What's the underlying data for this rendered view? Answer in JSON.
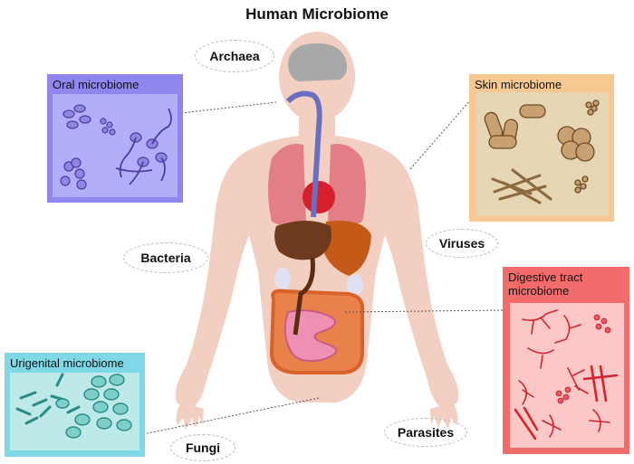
{
  "title": "Human Microbiome",
  "panels": {
    "oral": "Oral microbiome",
    "skin": "Skin microbiome",
    "digestive_line1": "Digestive tract",
    "digestive_line2": "microbiome",
    "urigenital": "Urigenital microbiome"
  },
  "organisms": {
    "archaea": "Archaea",
    "bacteria": "Bacteria",
    "viruses": "Viruses",
    "fungi": "Fungi",
    "parasites": "Parasites"
  },
  "colors": {
    "oral_panel": "#8f86ee",
    "oral_inner": "#b3aefa",
    "skin_panel": "#f7c892",
    "skin_inner": "#e7d6b4",
    "digestive_panel": "#f26c6c",
    "digestive_inner": "#fbc7c7",
    "urigenital_panel": "#7fd8e6",
    "urigenital_inner": "#bdeae8",
    "body": "#f3cfc2"
  }
}
